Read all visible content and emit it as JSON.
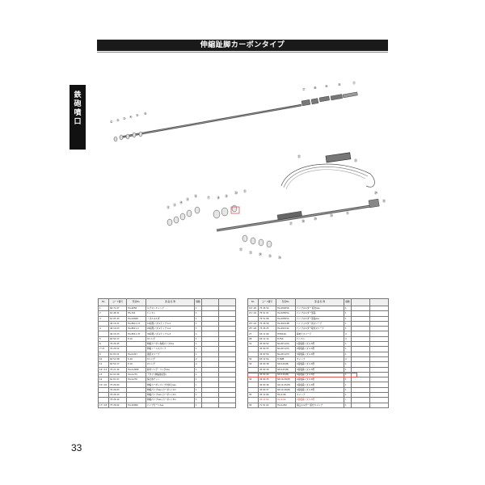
{
  "header": {
    "title": "伸縮趾脚カーボンタイプ"
  },
  "side_tab": {
    "label": "鉄砲噴口"
  },
  "page_number": "33",
  "diagram": {
    "callouts": [
      "①",
      "②",
      "③",
      "④",
      "⑤",
      "⑥",
      "⑦",
      "⑧",
      "⑨",
      "⑩",
      "⑪",
      "⑫",
      "⑬",
      "⑭",
      "⑮",
      "⑯",
      "⑰",
      "⑱",
      "⑲",
      "⑳",
      "㉑",
      "㉒",
      "㉓",
      "㉔",
      "㉕",
      "㉖",
      "㉗",
      "㉘",
      "㉙",
      "㉚",
      "㉛",
      "㉜",
      "㉝",
      "㉞",
      "㉟"
    ]
  },
  "parts_table_left": {
    "headers": [
      "No.",
      "コード番号",
      "型式No.",
      "部 品 名 称",
      "個数",
      "",
      ""
    ],
    "rows": [
      [
        "1",
        "66 71 07",
        "HA-6056",
        "ルブストキャップ",
        "1",
        "",
        ""
      ],
      [
        "2",
        "61 46 31",
        "HS-701",
        "パッキン",
        "1",
        "",
        ""
      ],
      [
        "3",
        "61 03 43",
        "HA-K4006",
        "ノズルホルダ",
        "1",
        "",
        ""
      ],
      [
        "",
        "46 19 21",
        "HA-8611-1T",
        "10段階ノズルチップ A-1",
        "1",
        "",
        ""
      ],
      [
        "4",
        "46 19 03",
        "HA-8611-2",
        "20段階ノズルチップ A-2",
        "1",
        "",
        ""
      ],
      [
        "",
        "46 19 23",
        "HA-8611-3T",
        "30段階ノズルチップ A-3",
        "1",
        "",
        ""
      ],
      [
        "5",
        "64 50 17",
        "P-10",
        "Oリング",
        "1",
        "",
        ""
      ],
      [
        "6",
        "76 26 45",
        "",
        "伸縮カーボン先端パイプAss",
        "1",
        "",
        ""
      ],
      [
        "7〜8",
        "76 26 52",
        "",
        "伸縮トーメスパイプ",
        "1",
        "",
        ""
      ],
      [
        "9",
        "61 01 01",
        "HA-K-027",
        "連結スリーブ",
        "1",
        "",
        ""
      ],
      [
        "10",
        "64 51 08",
        "S-16",
        "Oリング",
        "2",
        "",
        ""
      ],
      [
        "11",
        "64 50 17",
        "P-10",
        "Oリング",
        "2",
        "",
        ""
      ],
      [
        "12〜13",
        "76 21 44",
        "HA-K-208P",
        "締付リング・リングAss",
        "1",
        "",
        ""
      ],
      [
        "13",
        "61 01 08",
        "HA-K-275",
        "アダプ (伸縮接続部)",
        "1",
        "",
        ""
      ],
      [
        "14",
        "61 01 07",
        "HA-K-276",
        "保止めナット",
        "1",
        "",
        ""
      ],
      [
        "15〜16",
        "75 26 60",
        "",
        "伸縮カーボンパイプ付替えAss",
        "1",
        "",
        ""
      ],
      [
        "",
        "76 26 63",
        "",
        "伸縮パイプAss (カーボン) 1m",
        "1",
        "",
        ""
      ],
      [
        "",
        "76 26 43",
        "",
        "伸縮パイプAss (カーボン) 2m",
        "1",
        "",
        ""
      ],
      [
        "",
        "76 26 44",
        "",
        "伸縮パイプAss (カーボン) 3m",
        "1",
        "",
        ""
      ],
      [
        "17〜18",
        "75 26 62",
        "HA-2006K",
        "パイプガードAss",
        "1",
        "",
        ""
      ]
    ]
  },
  "parts_table_right": {
    "headers": [
      "No.",
      "コード番号",
      "型式No.",
      "部 品 名 称",
      "個数",
      "",
      ""
    ],
    "rows": [
      [
        "19〜20",
        "75 26 54",
        "HA-002056",
        "パイプホルダー 組立Ass",
        "1",
        "",
        ""
      ],
      [
        "21〜22",
        "76 51 01",
        "HA-00505A",
        "パイプホルダー部品",
        "1",
        "",
        ""
      ],
      [
        "",
        "76 51 08",
        "HA-00505A",
        "パイプホルダー部品Ass",
        "1",
        "",
        ""
      ],
      [
        "23〜24",
        "75 26 58",
        "HA-40214B",
        "ハイフォルダー用スリーブ",
        "1",
        "",
        ""
      ],
      [
        "25〜26",
        "75 26 25",
        "HA-40214A",
        "パイプホルダー取付スリーブ",
        "1",
        "",
        ""
      ],
      [
        "27",
        "63 11 06",
        "HH024G",
        "締めたスリーブ",
        "4",
        "",
        ""
      ],
      [
        "28",
        "63 12 14",
        "H-TS4",
        "パッキン",
        "4",
        "",
        ""
      ],
      [
        "31",
        "45 00 54",
        "NA-0P-1(M)",
        "1段噴霧ノズル 8型",
        "1",
        "",
        ""
      ],
      [
        "",
        "45 00 55",
        "NA-0P-1(M)",
        "2段噴霧ノズル 8型",
        "1",
        "",
        ""
      ],
      [
        "",
        "45 00 56",
        "NA-0P-1(M)",
        "3段噴霧ノズル 8型",
        "1",
        "",
        ""
      ],
      [
        "32",
        "63 12 54",
        "H-5NB",
        "キャップ",
        "4",
        "",
        ""
      ],
      [
        "33",
        "45 00 38",
        "SP-8-20(M)",
        "2段噴霧ノズル 8型",
        "1",
        "",
        ""
      ],
      [
        "",
        "45 00 39",
        "SP-8-25(M)",
        "3段噴霧ノズル 8型",
        "1",
        "",
        ""
      ],
      [
        "",
        "45 00 40",
        "SP-8-30(M)",
        "4段噴霧ノズル 8型",
        "1",
        "",
        ""
      ],
      [
        "34",
        "45 00 35",
        "SP-10-20(M)",
        "2段噴霧ノズル 8型",
        "1",
        "",
        ""
      ],
      [
        "",
        "45 00 36",
        "SP-10-25(M)",
        "3段噴霧ノズル 8型",
        "1",
        "",
        ""
      ],
      [
        "",
        "45 00 37",
        "SP-10-30(M)",
        "4段噴霧ノズル 8型",
        "1",
        "",
        ""
      ],
      [
        "35",
        "45 12 66",
        "HA-2-66",
        "キャップ",
        "1",
        "",
        ""
      ],
      [
        "",
        "45 12 64",
        "HA-2-64",
        "2段噴霧ノズル 8型",
        "1",
        "",
        ""
      ],
      [
        "36",
        "71 01 02",
        "HA-K-262",
        "噴口ホルダー 組立キャンプ",
        "1",
        "",
        ""
      ]
    ]
  }
}
